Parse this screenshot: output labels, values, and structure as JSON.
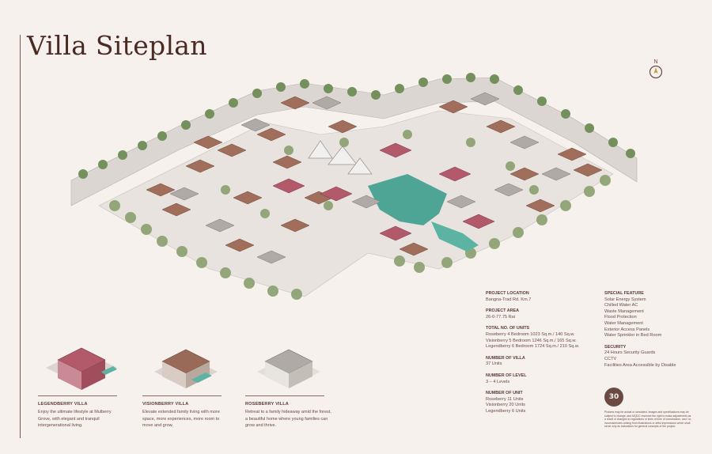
{
  "page": {
    "title": "Villa Siteplan",
    "compass_label": "N"
  },
  "villas": [
    {
      "name": "LEGENDBERRY VILLA",
      "description": "Enjoy the ultimate lifestyle at Mulberry Grove, with elegant and tranquil intergenerational living.",
      "color": "#b35a6a"
    },
    {
      "name": "VISIONBERRY VILLA",
      "description": "Elevate extended family living with more space, more experiences, more room to move and grow.",
      "color": "#9a6a58"
    },
    {
      "name": "ROSEBERRY VILLA",
      "description": "Retreat to a family hideaway amid the forest, a beautiful home where young families can grow and thrive.",
      "color": "#a8a09a"
    }
  ],
  "project": {
    "location_label": "PROJECT LOCATION",
    "location": "Bangna-Trad Rd. Km.7",
    "area_label": "PROJECT AREA",
    "area": "26-0-77.75 Rai",
    "units_label": "TOTAL NO. OF UNITS",
    "units": [
      "Roseberry    4 Bedroom 1023 Sq.m./ 140 Sq.w.",
      "Visionberry   5 Bedroom 1246 Sq.m./ 165 Sq.w.",
      "Legendberry 6 Bedroom 1724 Sq.m./ 210 Sq.w."
    ],
    "villa_count_label": "NUMBER OF VILLA",
    "villa_count": "37 Units",
    "level_label": "NUMBER OF LEVEL",
    "levels": "3 – 4 Levels",
    "unit_count_label": "NUMBER OF UNIT",
    "unit_counts": [
      "Roseberry     11 Units",
      "Visionberry  20 Units",
      "Legendberry   6 Units"
    ]
  },
  "features": {
    "special_label": "SPECIAL FEATURE",
    "special": [
      "Solar Energy System",
      "Chilled Water AC",
      "Waste Management",
      "Flood Protection",
      "Water Management",
      "Exterior Access Panels",
      "Water Sprinkler in Bed Room"
    ],
    "security_label": "SECURITY",
    "security": [
      "24 Hours Security Guards",
      "CCTV",
      "Facilities Area Accessible by Disable"
    ]
  },
  "badge_text": "30",
  "disclaimer": "Pictures may be actual or simulated. Images and specifications may be subject to change, and MQDC reserves the right to make adjustments as a result of changes to regulations or lines of time of construction, and / or, inconsistencies arising from illustrations or artist impressions which shall serve only as indications for general concepts of the project.",
  "colors": {
    "background": "#f7f1ee",
    "legendberry_roof": "#b35a6a",
    "visionberry_roof": "#9a6a58",
    "roseberry_roof": "#b0aaa6",
    "water": "#4fa595",
    "trees": "#6f8a5a",
    "text": "#5a3a32"
  }
}
